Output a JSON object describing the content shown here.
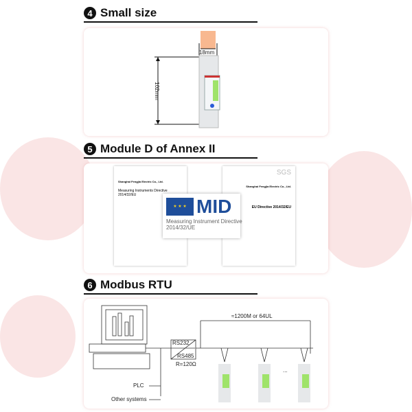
{
  "sections": [
    {
      "number": "4",
      "title": "Small size",
      "width_label": "18mm",
      "height_label": "102mm"
    },
    {
      "number": "5",
      "title": "Module D of Annex II",
      "badge": {
        "title": "MID",
        "subtitle": "Measuring Instrument Directive",
        "code": "2014/32/UE"
      },
      "cert_left": {
        "company": "Shanghai Fengjia Electric Co., Ltd.",
        "directive": "Measuring Instruments Directive 2014/32/EU"
      },
      "cert_right": {
        "brand": "SGS",
        "company": "Shanghai Fengjia Electric Co., Ltd.",
        "directive": "EU Directive 2014/32/EU"
      }
    },
    {
      "number": "6",
      "title": "Modbus RTU",
      "distance": "≈1200M or 64UL",
      "converter_top": "RS232",
      "converter_bottom": "RS485",
      "resistor": "R=120Ω",
      "plc": "PLC",
      "other": "Other systems",
      "ellipsis": "..."
    }
  ],
  "colors": {
    "accent": "#f6d3d3",
    "eu_blue": "#1f4e9a",
    "lcd": "#9fe36a"
  }
}
